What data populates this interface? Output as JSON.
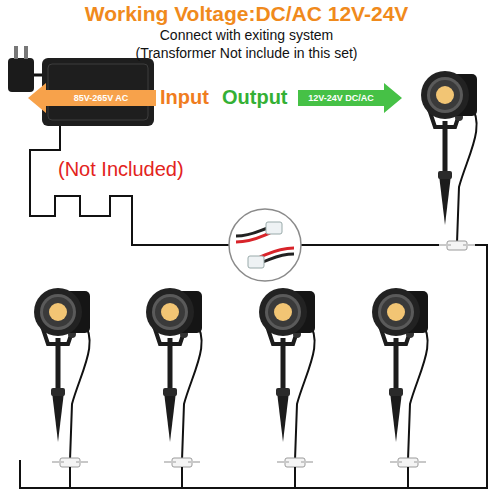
{
  "diagram": {
    "title": "Working Voltage:DC/AC 12V-24V",
    "nodes": [
      {
        "text": [
          "85V-265V AC",
          "Input"
        ]
      },
      {
        "text": [
          "Output",
          "12V-24V DC/AC"
        ]
      }
    ],
    "labels": [
      "Connect with exiting system",
      "(Transformer Not include in this set)",
      "(Not Included)"
    ]
  }
}
